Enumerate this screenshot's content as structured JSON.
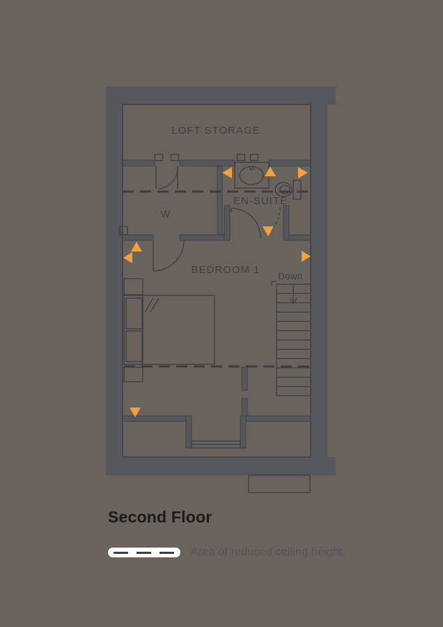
{
  "title": {
    "floor_name": "Second Floor"
  },
  "labels": {
    "loft_storage": "LOFT STORAGE",
    "en_suite": "EN-SUITE",
    "wardrobe": "W",
    "bedroom_1": "BEDROOM 1"
  },
  "stairs": {
    "direction_label": "Down",
    "tread_count": 12
  },
  "legend": {
    "label": "Area of reduced ceiling height."
  },
  "markers": {
    "shape": "triangle",
    "color": "#f2a13c",
    "items": [
      {
        "area": "en-suite",
        "direction": "left"
      },
      {
        "area": "en-suite",
        "direction": "up"
      },
      {
        "area": "en-suite right wall",
        "direction": "right"
      },
      {
        "area": "en-suite door",
        "direction": "down"
      },
      {
        "area": "bedroom left",
        "direction": "up"
      },
      {
        "area": "bedroom left wall",
        "direction": "left"
      },
      {
        "area": "bedroom right wall",
        "direction": "right"
      },
      {
        "area": "bedroom bottom wall",
        "direction": "down"
      }
    ]
  },
  "colors": {
    "bg": "#6a635d",
    "wall": "#54575c",
    "line": "#3a3d42",
    "label": "#3d4045",
    "accent": "#f2a13c",
    "title": "#1a1b1d",
    "legend": "#54565c",
    "white": "#ffffff"
  }
}
